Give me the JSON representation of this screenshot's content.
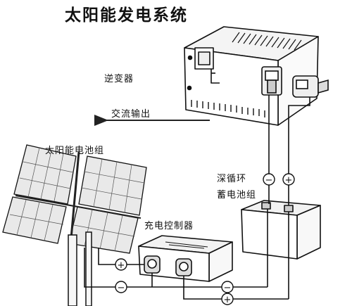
{
  "title": "太阳能发电系统",
  "labels": {
    "inverter": "逆变器",
    "ac_output": "交流输出",
    "solar_array": "太阳能电池组",
    "battery_line1": "深循环",
    "battery_line2": "蓄电池组",
    "charge_controller": "充电控制器"
  },
  "polarity": {
    "plus": "+",
    "minus": "−"
  }
}
